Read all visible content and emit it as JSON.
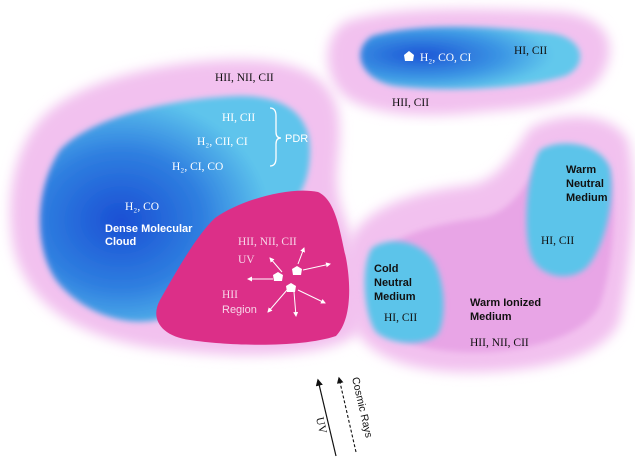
{
  "colors": {
    "halo": "#f3c3f0",
    "warm_ionized": "#e9a3e7",
    "neutral": "#58c4ea",
    "molecular_core": "#1e56d6",
    "hii": "#e2368f",
    "white_text": "#ffffff",
    "dark_text": "#111111"
  },
  "labels": {
    "top_core": "H₂, CO, CI",
    "top_outer": "HI, CII",
    "top_ion": "HII, CII",
    "main_ion": "HII, NII, CII",
    "pdr_line1": "HI, CII",
    "pdr_line2": "H₂, CII, CI",
    "pdr_line3": "H₂, CI, CO",
    "pdr_tag": "PDR",
    "core_species": "H₂, CO",
    "dense_name_1": "Dense Molecular",
    "dense_name_2": "Cloud",
    "hii_species": "HII, NII, CII",
    "hii_uv": "UV",
    "hii_name_1": "HII",
    "hii_name_2": "Region",
    "cold_name_1": "Cold",
    "cold_name_2": "Neutral",
    "cold_name_3": "Medium",
    "cold_species": "HI, CII",
    "warm_neutral_1": "Warm",
    "warm_neutral_2": "Neutral",
    "warm_neutral_3": "Medium",
    "warm_neutral_species": "HI, CII",
    "warm_ionized_1": "Warm Ionized",
    "warm_ionized_2": "Medium",
    "warm_ionized_species": "HII, NII, CII",
    "uv_arrow": "UV",
    "cosmic_rays": "Cosmic Rays"
  }
}
